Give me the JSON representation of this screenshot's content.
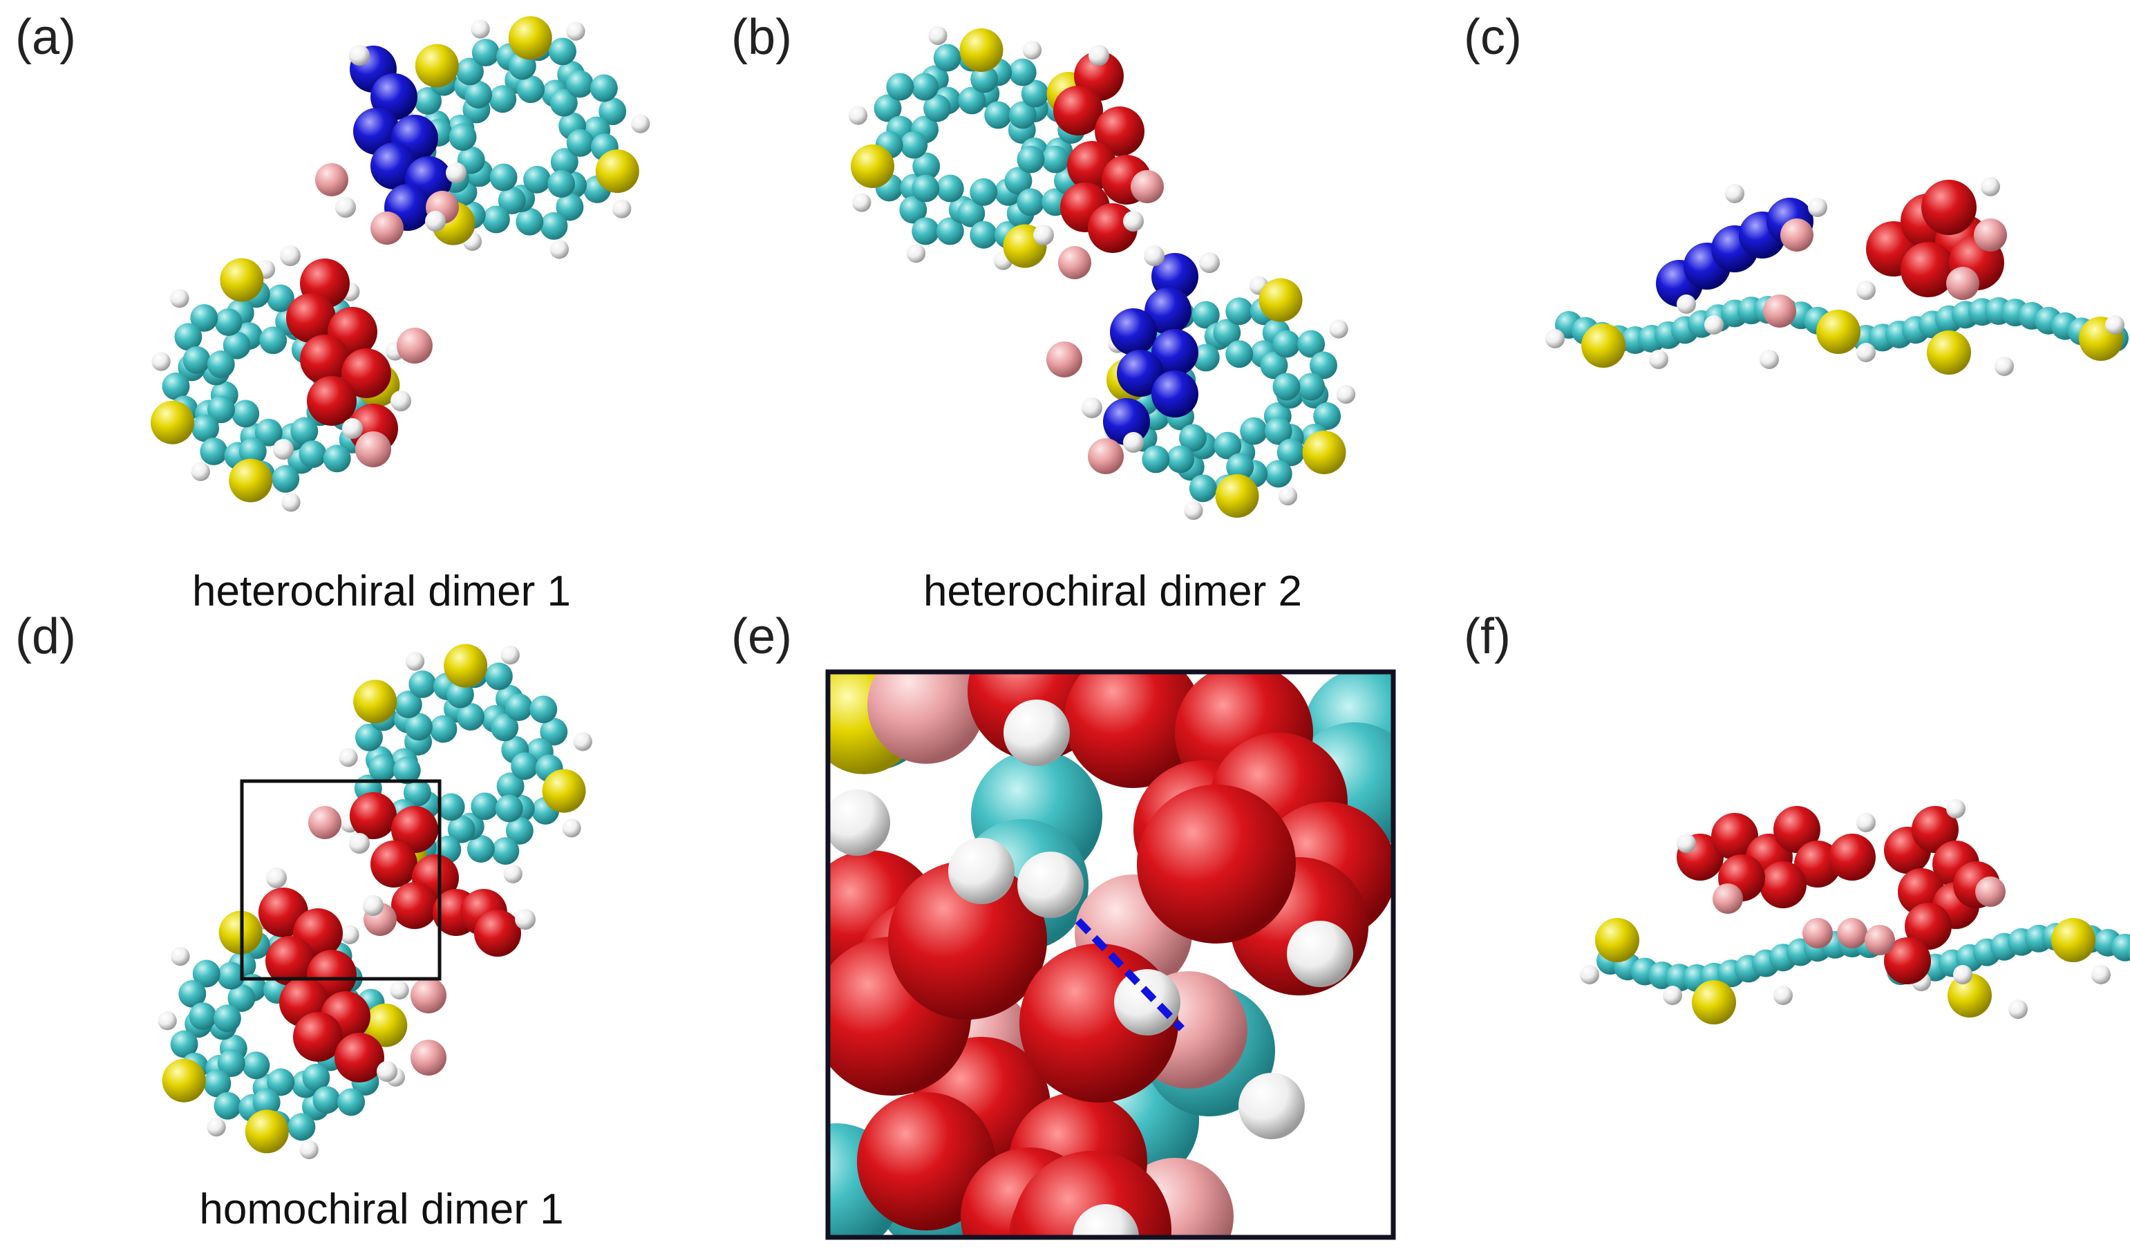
{
  "panels": [
    {
      "label": "(a)",
      "caption": "heterochiral dimer 1"
    },
    {
      "label": "(b)",
      "caption": "heterochiral dimer 2"
    },
    {
      "label": "(c)",
      "caption": ""
    },
    {
      "label": "(d)",
      "caption": "homochiral dimer 1"
    },
    {
      "label": "(e)",
      "caption": ""
    },
    {
      "label": "(f)",
      "caption": ""
    }
  ],
  "colors": {
    "carbon": "#45c0c4",
    "sulfur": "#e3d400",
    "hydrogen": "#f2f2f2",
    "oxygen_red": "#d8141a",
    "nitrogen_blue": "#1a1ad6",
    "pink": "#e9a0a3",
    "hbond_line": "#1212e0",
    "frame": "#111122"
  }
}
